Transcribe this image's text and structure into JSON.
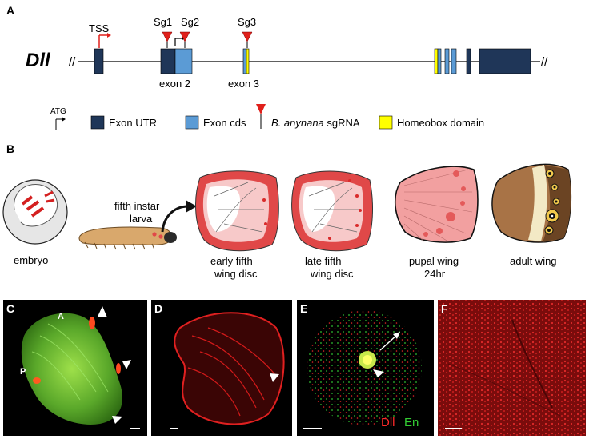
{
  "panels": {
    "a": "A",
    "b": "B",
    "c": "C",
    "d": "D",
    "e": "E",
    "f": "F"
  },
  "gene": {
    "name": "Dll",
    "tss": "TSS",
    "sg1": "Sg1",
    "sg2": "Sg2",
    "sg3": "Sg3",
    "exon2": "exon 2",
    "exon3": "exon 3",
    "break_left": "//",
    "break_right": "//"
  },
  "legend": {
    "atg": "ATG",
    "utr": "Exon UTR",
    "cds": "Exon cds",
    "sgrna_species": "B. anynana",
    "sgrna_rest": " sgRNA",
    "homeobox": "Homeobox domain"
  },
  "stages": {
    "embryo": "embryo",
    "larva_line1": "fifth instar",
    "larva_line2": "larva",
    "early_line1": "early fifth",
    "early_line2": "wing disc",
    "late_line1": "late fifth",
    "late_line2": "wing disc",
    "pupal_line1": "pupal wing",
    "pupal_line2": "24hr",
    "adult": "adult wing"
  },
  "micro": {
    "c_a": "A",
    "c_p": "P",
    "e_dll": "Dll",
    "e_en": "En"
  },
  "colors": {
    "utr": "#1f3658",
    "cds": "#5b9bd5",
    "homeobox": "#ffff00",
    "sgrna": "#e0201b",
    "wing_pink": "#f6b8b8",
    "wing_red": "#e04848",
    "dll_red": "#ff2a2a",
    "en_green": "#33cc33"
  }
}
